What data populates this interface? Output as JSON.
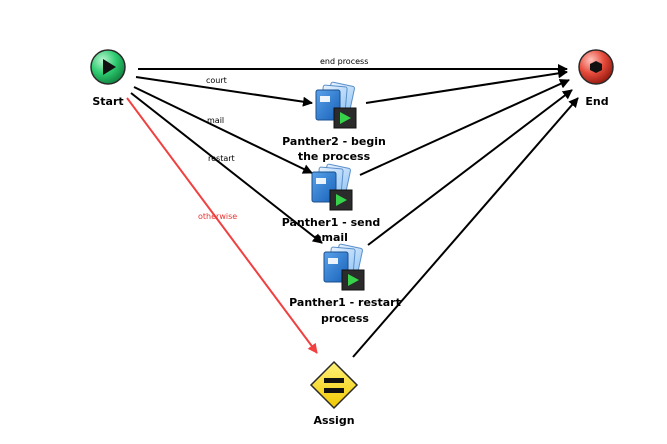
{
  "diagram": {
    "nodes": {
      "start": {
        "label": "Start",
        "color": "#2ecc71",
        "icon": "play-icon"
      },
      "end": {
        "label": "End",
        "color": "#e74c3c",
        "icon": "stop-icon"
      },
      "panther2_begin": {
        "label_lines": [
          "Panther2 - begin",
          "the process"
        ],
        "icon": "subprocess-icon"
      },
      "panther1_send": {
        "label_lines": [
          "Panther1 - send",
          "email"
        ],
        "icon": "subprocess-icon"
      },
      "panther1_restart": {
        "label_lines": [
          "Panther1 - restart",
          "process"
        ],
        "icon": "subprocess-icon"
      },
      "assign": {
        "label": "Assign",
        "color": "#f5d516",
        "icon": "equals-icon"
      }
    },
    "edges": {
      "end_process": {
        "label": "end process"
      },
      "court": {
        "label": "court"
      },
      "mail": {
        "label": "mail"
      },
      "restart": {
        "label": "restart"
      },
      "otherwise": {
        "label": "otherwise",
        "color": "#f04040"
      }
    }
  }
}
